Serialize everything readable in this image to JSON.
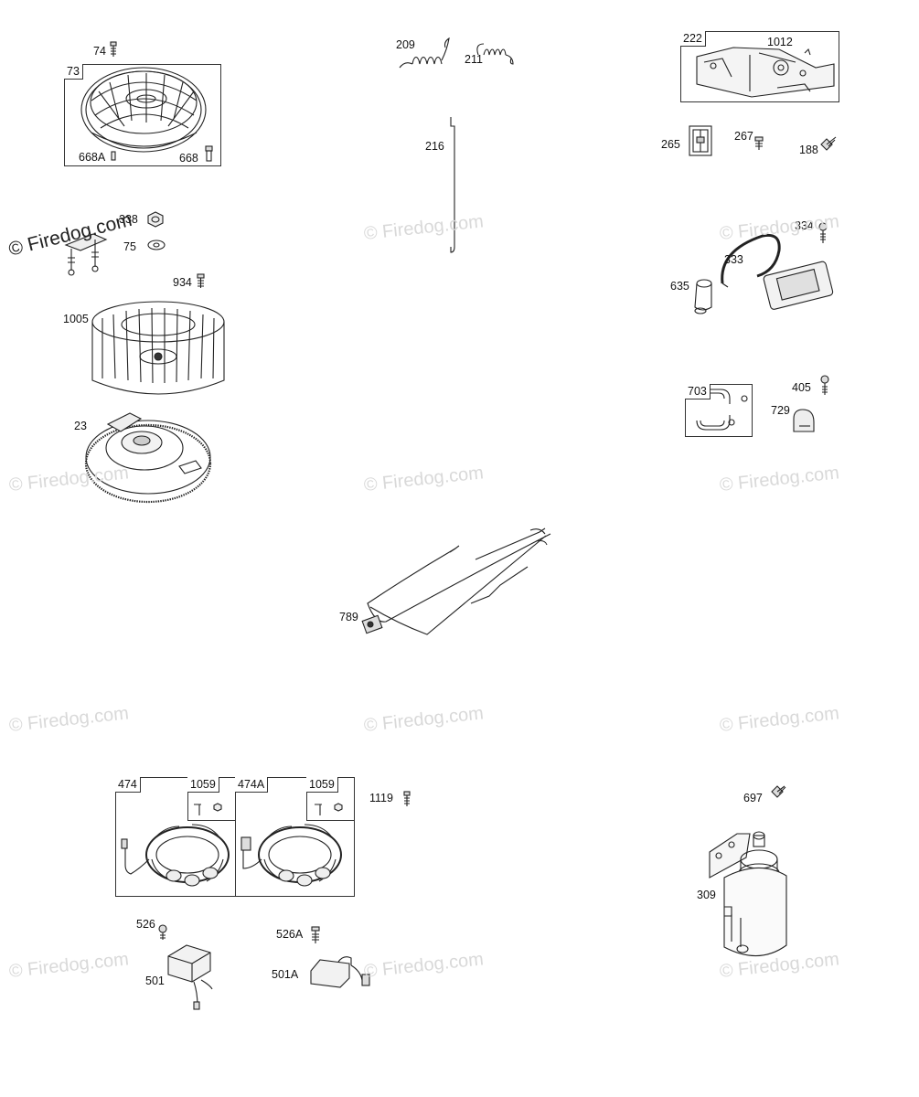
{
  "watermark_text": "© Firedog.com",
  "callouts": {
    "p74": "74",
    "p73": "73",
    "p668a": "668A",
    "p668": "668",
    "p338": "338",
    "p75": "75",
    "p934": "934",
    "p1005": "1005",
    "p23": "23",
    "p209": "209",
    "p211": "211",
    "p216": "216",
    "p789": "789",
    "p222": "222",
    "p1012": "1012",
    "p265": "265",
    "p267": "267",
    "p188": "188",
    "p334": "334",
    "p333": "333",
    "p635": "635",
    "p703": "703",
    "p405": "405",
    "p729": "729",
    "p474": "474",
    "p1059a": "1059",
    "p474a": "474A",
    "p1059b": "1059",
    "p1119": "1119",
    "p526": "526",
    "p501": "501",
    "p526a": "526A",
    "p501a": "501A",
    "p697": "697",
    "p309": "309"
  }
}
